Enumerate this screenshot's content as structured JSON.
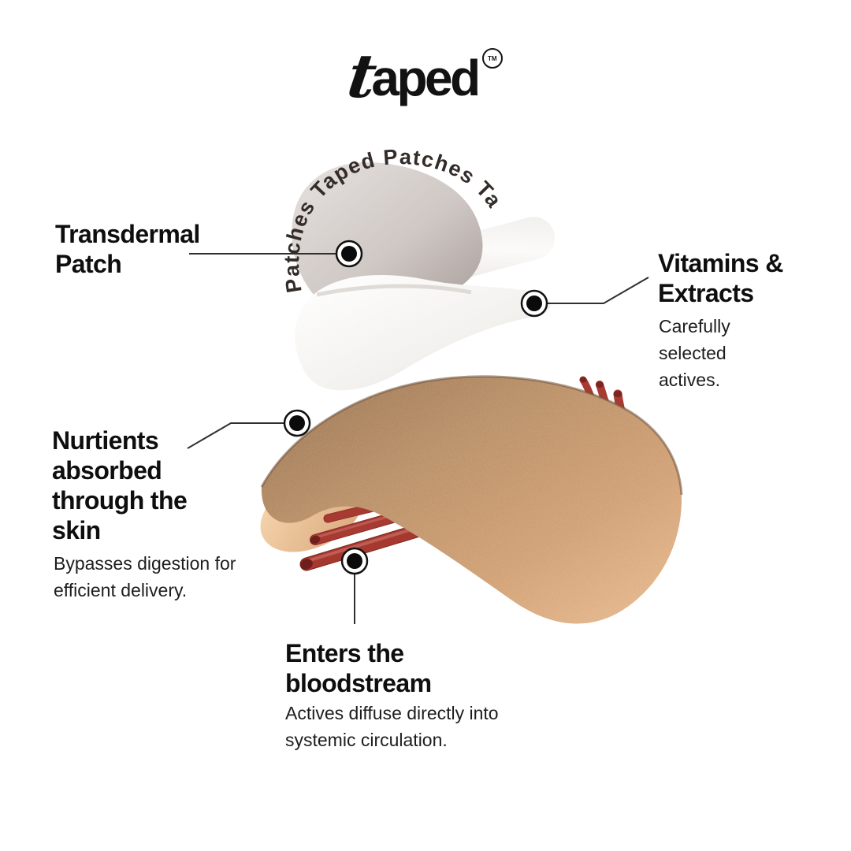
{
  "brand": {
    "logo_t": "t",
    "logo_rest": "aped",
    "trademark_symbol": "TM",
    "patch_print_text": "Patches Taped Patches Ta"
  },
  "callouts": {
    "transdermal_patch": {
      "title": "Transdermal Patch"
    },
    "vitamins_extracts": {
      "title": "Vitamins & Extracts",
      "body": "Carefully selected actives."
    },
    "nutrients_skin": {
      "title": "Nurtients absorbed through the skin",
      "body": "Bypasses digestion for efficient delivery."
    },
    "bloodstream": {
      "title": "Enters the bloodstream",
      "body": "Actives diffuse directly into systemic circulation."
    }
  },
  "colors": {
    "background": "#ffffff",
    "heading_text": "#0e0e0e",
    "body_text": "#1d1d1d",
    "callout_line": "#2f2f2f",
    "callout_dot": "#0b0b0b",
    "skin": "#c6976c",
    "skin_underside": "#f0cda6",
    "blood_vessel": "#a23a33",
    "patch_liner": "#cfc8c5",
    "patch_fabric": "#f4f2ef"
  }
}
